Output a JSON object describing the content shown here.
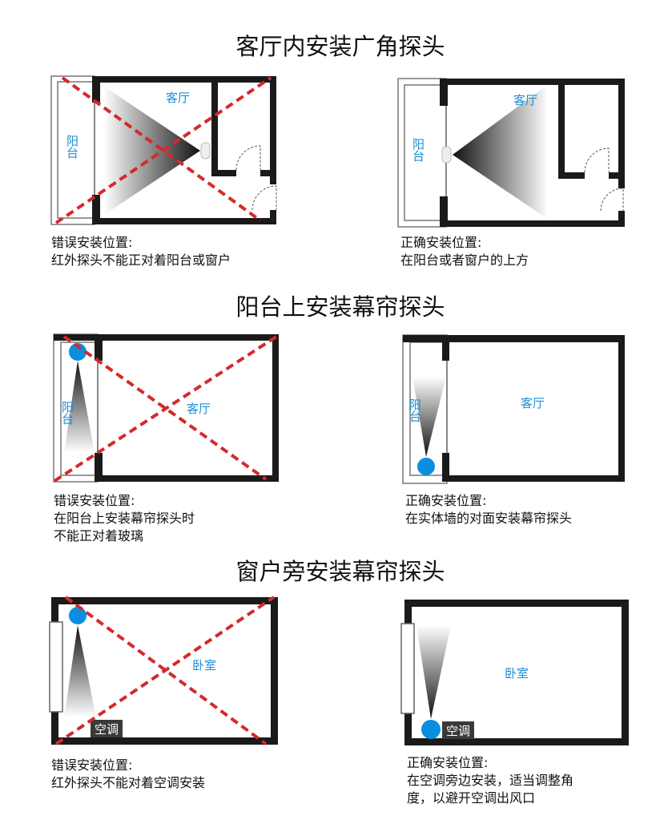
{
  "sections": [
    {
      "title": "客厅内安装广角探头",
      "wrong": {
        "room_label": "客厅",
        "balcony_label": "阳台",
        "caption": [
          "错误安装位置:",
          "红外探头不能正对着阳台或窗户"
        ]
      },
      "right": {
        "room_label": "客厅",
        "balcony_label": "阳台",
        "caption": [
          "正确安装位置:",
          "在阳台或者窗户的上方"
        ]
      }
    },
    {
      "title": "阳台上安装幕帘探头",
      "wrong": {
        "room_label": "客厅",
        "balcony_label": "阳台",
        "caption": [
          "错误安装位置:",
          "在阳台上安装幕帘探头时",
          "不能正对着玻璃"
        ]
      },
      "right": {
        "room_label": "客厅",
        "balcony_label": "阳台",
        "caption": [
          "正确安装位置:",
          "在实体墙的对面安装幕帘探头"
        ]
      }
    },
    {
      "title": "窗户旁安装幕帘探头",
      "wrong": {
        "room_label": "卧室",
        "ac_label": "空调",
        "caption": [
          "错误安装位置:",
          "红外探头不能对着空调安装"
        ]
      },
      "right": {
        "room_label": "卧室",
        "ac_label": "空调",
        "caption": [
          "正确安装位置:",
          "在空调旁边安装，适当调整角",
          "度，以避开空调出风口"
        ]
      }
    }
  ],
  "colors": {
    "label_blue": "#1a8fd6",
    "cross_red": "#d42a2a",
    "sensor_blue": "#0a8fe0",
    "wall": "#1a1a1a"
  }
}
